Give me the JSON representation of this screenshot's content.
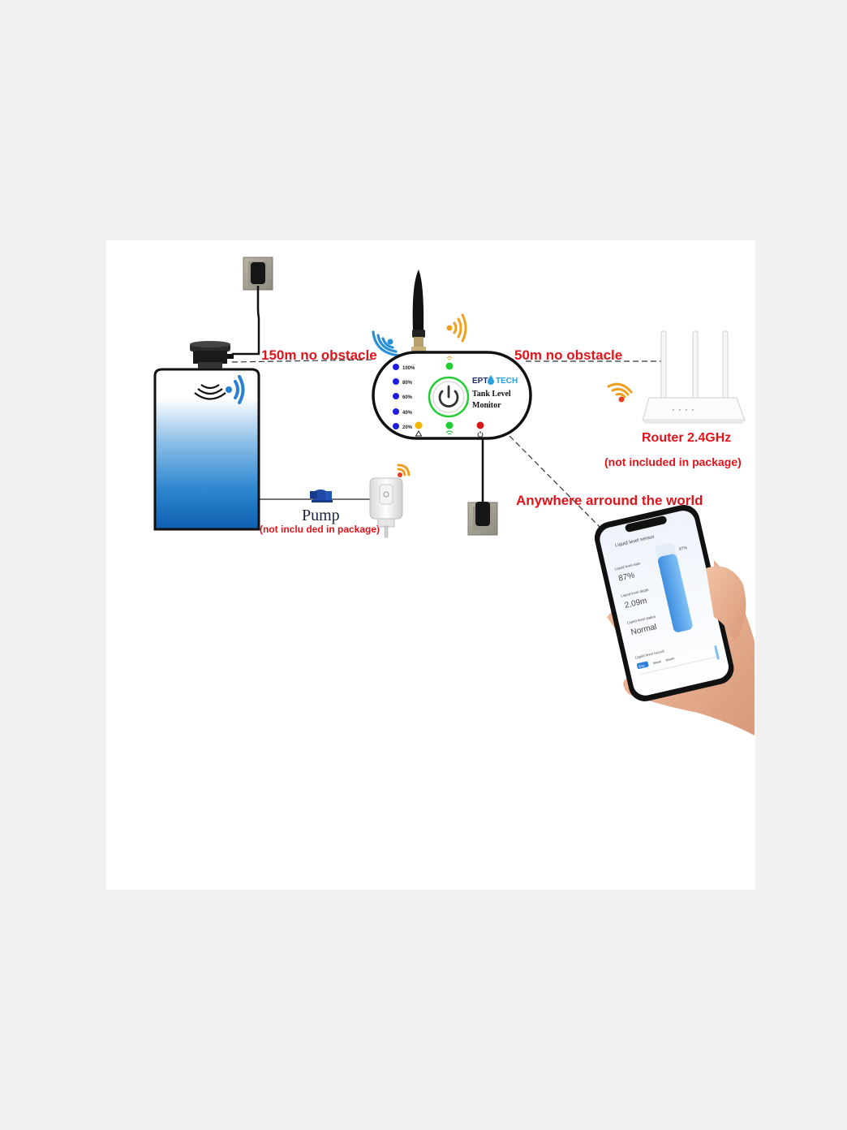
{
  "labels": {
    "sensor_range": "150m no obstacle",
    "router_range": "50m no obstacle",
    "router_name": "Router 2.4GHz",
    "router_note": "(not included in package)",
    "remote_access": "Anywhere arround the world",
    "pump_name": "Pump",
    "pump_note": "(not inclu ded in package)"
  },
  "monitor": {
    "brand_left": "EPT",
    "brand_right": "TECH",
    "title_line1": "Tank Level",
    "title_line2": "Monitor",
    "levels": [
      "100%",
      "80%",
      "60%",
      "40%",
      "20%"
    ]
  },
  "phone_app": {
    "header": "Liquid level sensor",
    "level_caption": "Liquid level ratio",
    "level_value": "87%",
    "depth_caption": "Liquid level depth",
    "depth_value": "2.09m",
    "status_caption": "Liquid level status",
    "status_value": "Normal",
    "bar_label": "87%",
    "records_title": "Liquid level record",
    "tabs": [
      "Day",
      "Week",
      "Month"
    ]
  },
  "colors": {
    "label_red": "#e0141b",
    "led_blue": "#1e1ee0",
    "led_green": "#22cc33",
    "led_yellow": "#f4b400",
    "led_red": "#d81818",
    "wifi_orange": "#f0a020",
    "wifi_blue": "#2a7fd0",
    "water_blue": "#1a6fc0"
  },
  "icons": [
    "wall-socket-icon",
    "wifi-signal-icon",
    "power-icon",
    "warning-icon",
    "pump-icon",
    "smart-plug-icon",
    "router-icon",
    "smartphone-icon"
  ]
}
